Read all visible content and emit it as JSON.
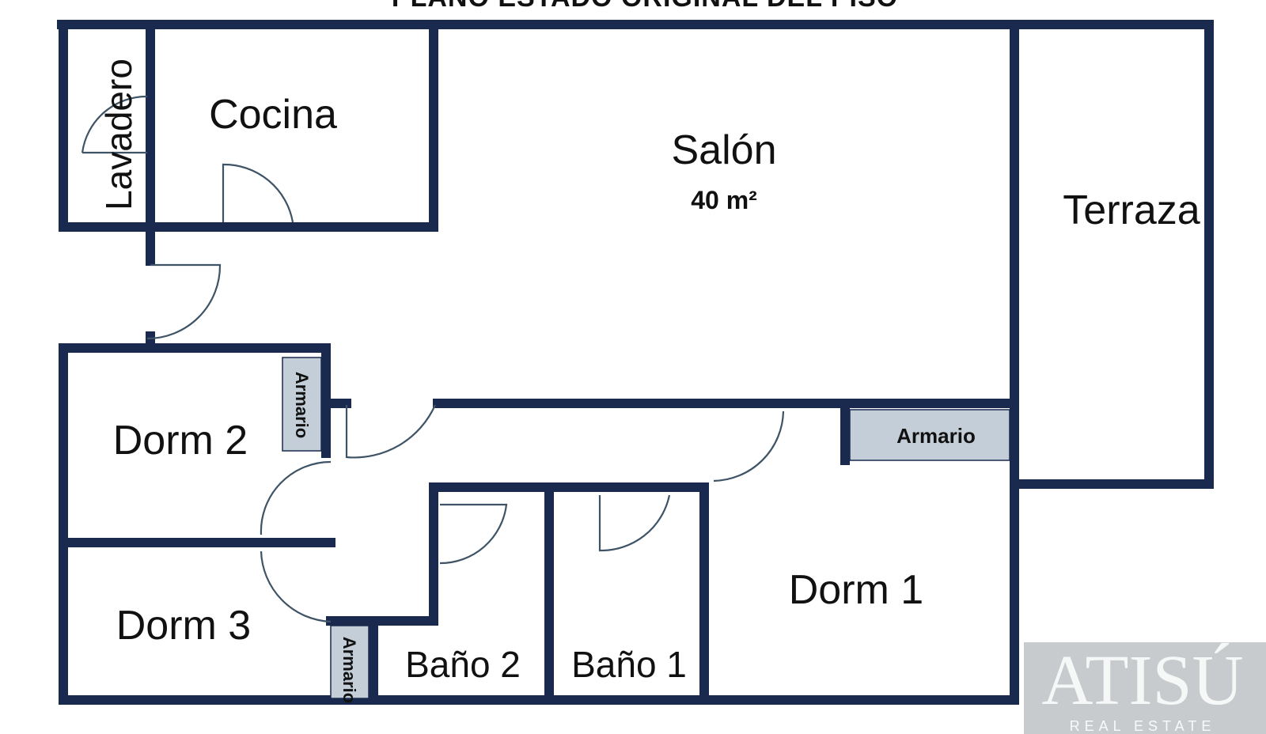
{
  "plan": {
    "title": "PLANO ESTADO ORIGINAL DEL PISO",
    "wall_color": "#1a2a4e",
    "closet_color": "#c3ced8",
    "rooms": {
      "lavadero": "Lavadero",
      "cocina": "Cocina",
      "salon": "Salón",
      "salon_area": "40 m²",
      "terraza": "Terraza",
      "dorm2": "Dorm 2",
      "dorm3": "Dorm 3",
      "dorm1": "Dorm 1",
      "bano2": "Baño 2",
      "bano1": "Baño 1"
    },
    "closets": {
      "dorm2": "Armario",
      "corridor": "Armario",
      "dorm3": "Armario"
    }
  },
  "watermark": {
    "brand": "ATISÚ",
    "sub": "REAL ESTATE"
  }
}
